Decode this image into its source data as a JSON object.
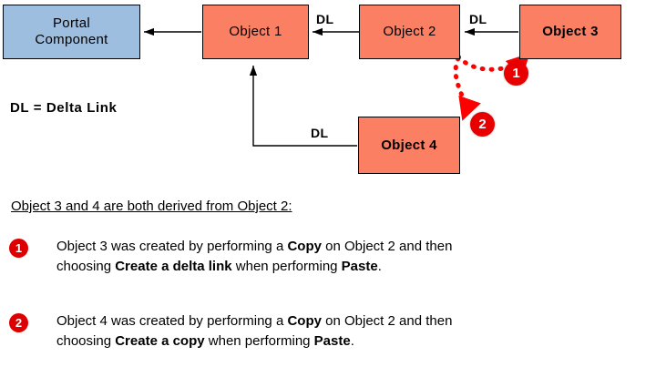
{
  "diagram": {
    "boxes": [
      {
        "id": "portal-component",
        "label": "Portal\nComponent",
        "color": "#9EBEE0",
        "bold": false
      },
      {
        "id": "object-1",
        "label": "Object 1",
        "color": "#FB7F63",
        "bold": false
      },
      {
        "id": "object-2",
        "label": "Object 2",
        "color": "#FB7F63",
        "bold": false
      },
      {
        "id": "object-3",
        "label": "Object 3",
        "color": "#FB7F63",
        "bold": true
      },
      {
        "id": "object-4",
        "label": "Object 4",
        "color": "#FB7F63",
        "bold": true
      }
    ],
    "connector_labels": [
      {
        "id": "dl-obj2-to-obj1",
        "text": "DL"
      },
      {
        "id": "dl-obj3-to-obj2",
        "text": "DL"
      },
      {
        "id": "dl-obj4-to-obj1",
        "text": "DL"
      }
    ],
    "legend": "DL = Delta Link",
    "badges": [
      {
        "id": "diagram-badge-1",
        "text": "1"
      },
      {
        "id": "diagram-badge-2",
        "text": "2"
      }
    ],
    "accent_color": "#E80000",
    "line_color": "#000000"
  },
  "notes": {
    "heading": "Object 3 and 4 are both derived from Object 2:",
    "items": [
      {
        "badge": "1",
        "line1_pre": "Object 3 was created by performing a ",
        "line1_bold": "Copy",
        "line1_post": " on Object 2 and then",
        "line2_pre": "choosing ",
        "line2_bold": "Create a delta link",
        "line2_mid": " when performing ",
        "line2_bold2": "Paste",
        "line2_post": "."
      },
      {
        "badge": "2",
        "line1_pre": "Object 4 was created by performing a ",
        "line1_bold": "Copy",
        "line1_post": " on Object 2 and then",
        "line2_pre": "choosing ",
        "line2_bold": "Create a copy",
        "line2_mid": " when performing ",
        "line2_bold2": "Paste",
        "line2_post": "."
      }
    ]
  }
}
